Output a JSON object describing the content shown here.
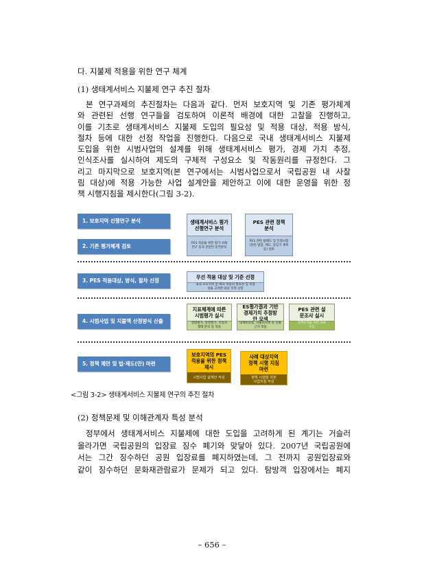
{
  "section_heading": "다. 지불제 적용을 위한 연구 체계",
  "subsection1": {
    "title": "(1) 생태계서비스 지불제 연구 추진 절차",
    "lines": [
      "본 연구과제의 추진절차는 다음과 같다. 먼저 보호지역 및 기존 평가체계",
      "와 관련된 선행 연구들을 검토하여 이론적 배경에 대한 고찰을 진행하고,",
      "이를 기초로 생태계서비스 지불제 도입의 필요성 및 적용 대상, 적용 방식,",
      "절차 등에 대한 선정 작업을 진행한다. 다음으로 국내 생태계서비스 지불제",
      "도입을 위한 시범사업의 설계를 위해 생태계서비스 평가, 경제 가치 추정,",
      "인식조사를 실시하여 제도의 구체적 구성요소 및 작동원리를 규정한다. 그",
      "리고 마지막으로 보호지역(본 연구에서는 시범사업으로서 국립공원 내 사찰",
      "림 대상)에 적용 가능한 사업 설계안을 제안하고 이에 대한 운영을 위한 정",
      "책 시행지침을 제시한다(그림 3-2)."
    ]
  },
  "figure": {
    "steps": [
      "1. 보호지역 선행연구 분석",
      "2. 기존 평가체계 검토",
      "3. PES 적용대상, 방식, 절차 선정",
      "4. 시범사업 및 지불액 산정방식 산출",
      "5. 정책 제안 및 법·제도(안) 마련"
    ],
    "boxes": {
      "es_review": {
        "title": "생태계서비스 평가 선행연구 분석",
        "detail": "PES 적용을 위한 평가 사례연구 등과 관련된 문헌분석"
      },
      "pes_policy": {
        "title": "PES 관련 정책 분석",
        "detail": "PES 관련 법제도 및 진행사업(관련 법령, 제도, 중장기 계획 등) 검토"
      },
      "priority_target": {
        "title": "우선 적용 대상 및 기준 선정",
        "detail": "국내 보호지역 중 PES 적용의 필요성 및 적정성을 고려한 대상 지역 선정"
      },
      "pilot_eval": {
        "title": "지표체계에 따른 시범평가 실시",
        "detail": "정량평가, 정성평가, 이용자 행태 분석 등 적용"
      },
      "econ_value": {
        "title": "ES평가결과 기반 경제가치 추정방안 모색",
        "detail": "대체비용법, 지불의사액 등 산출 근거 적용"
      },
      "survey": {
        "title": "PES 관련 설문조사 실시",
        "detail": "정책반영을 위한 자료 수집"
      },
      "policy_proposal": {
        "title": "보호지역의 PES 적용을 위한 정책 제시",
        "detail": "시범사업 설계안 작성"
      },
      "guideline": {
        "title": "사례 대상지역 정책 시행 지침 마련",
        "detail": "정책 시행을 위한 사업지침 작성"
      }
    },
    "caption": "<그림 3-2> 생태계서비스 지불제 연구의 추진 절차"
  },
  "subsection2": {
    "title": "(2) 정책문제 및 이해관계자 특성 분석",
    "lines": [
      "정부에서 생태계서비스 지불제에 대한 도입을 고려하게 된 계기는 거슬러",
      "올라가면 국립공원의 입장료 징수 폐기와 맞닿아 있다. 2007년 국립공원에",
      "서는 그간 징수하던 공원 입장료를 폐지하였는데, 그 전까지 공원입장료와",
      "같이 징수하던 문화재관람료가 문제가 되고 있다. 탐방객 입장에서는 폐지"
    ]
  },
  "page_number": "– 656 –",
  "colors": {
    "step_blue": "#4f81bd",
    "box_blue": "#dce6f2",
    "box_green": "#ebf1de",
    "box_yellow": "#ffc000",
    "box_brown": "#7f6000"
  }
}
